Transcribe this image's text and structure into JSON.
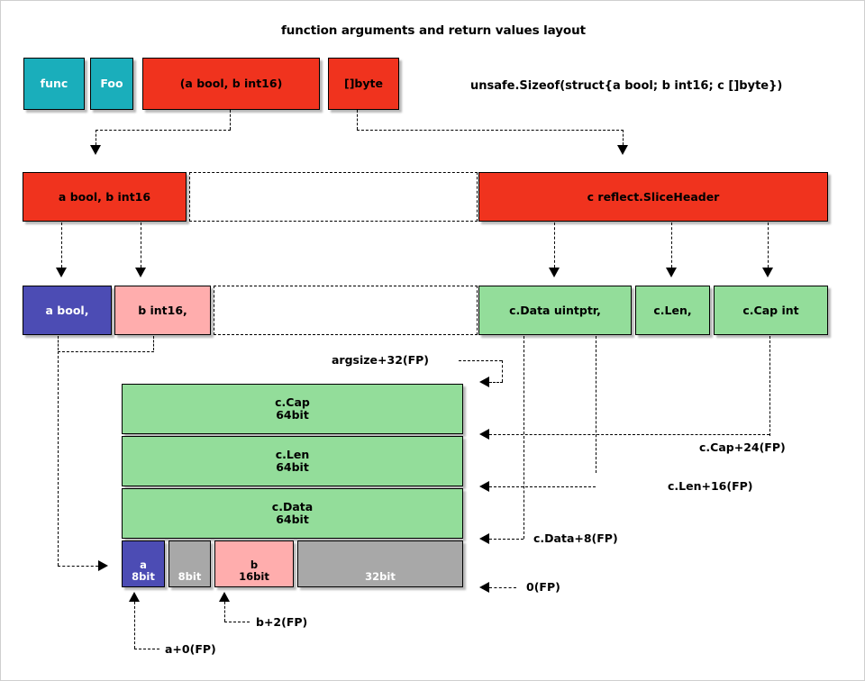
{
  "title": "function arguments and return values layout",
  "sizeof_expr": "unsafe.Sizeof(struct{a bool; b int16; c []byte})",
  "colors": {
    "teal": "#1aaebb",
    "red": "#f0331e",
    "green": "#93dd9a",
    "blue": "#4c4cb4",
    "pink": "#ffadad",
    "gray": "#a8a8a8",
    "outline": "#000000",
    "background": "#ffffff"
  },
  "row_signature": {
    "name": "function signature row",
    "boxes": [
      {
        "label": "func",
        "color": "teal"
      },
      {
        "label": "Foo",
        "color": "teal"
      },
      {
        "label": "(a bool, b int16)",
        "color": "red"
      },
      {
        "label": "[]byte",
        "color": "red"
      }
    ]
  },
  "row_args": {
    "name": "arguments and results row",
    "boxes": [
      {
        "label": "a bool, b int16",
        "color": "red"
      },
      {
        "label": "",
        "color": "hole"
      },
      {
        "label": "c reflect.SliceHeader",
        "color": "red"
      }
    ]
  },
  "row_fields": {
    "name": "field breakdown row",
    "boxes": [
      {
        "label": "a bool,",
        "color": "blue"
      },
      {
        "label": "b int16,",
        "color": "pink"
      },
      {
        "label": "",
        "color": "hole"
      },
      {
        "label": "c.Data uintptr,",
        "color": "green"
      },
      {
        "label": "c.Len,",
        "color": "green"
      },
      {
        "label": "c.Cap int",
        "color": "green"
      }
    ]
  },
  "stack": {
    "name": "frame memory layout",
    "slots": [
      {
        "label": "c.Cap",
        "size": "64bit",
        "color": "green"
      },
      {
        "label": "c.Len",
        "size": "64bit",
        "color": "green"
      },
      {
        "label": "c.Data",
        "size": "64bit",
        "color": "green"
      }
    ],
    "base_cells": [
      {
        "label": "a",
        "size": "8bit",
        "color": "blue"
      },
      {
        "label": "",
        "size": "8bit",
        "color": "gray"
      },
      {
        "label": "b",
        "size": "16bit",
        "color": "pink"
      },
      {
        "label": "",
        "size": "32bit",
        "color": "gray"
      }
    ]
  },
  "offsets": {
    "argsize": "argsize+32(FP)",
    "cap": "c.Cap+24(FP)",
    "len": "c.Len+16(FP)",
    "data": "c.Data+8(FP)",
    "zero": "0(FP)",
    "b": "b+2(FP)",
    "a": "a+0(FP)"
  }
}
